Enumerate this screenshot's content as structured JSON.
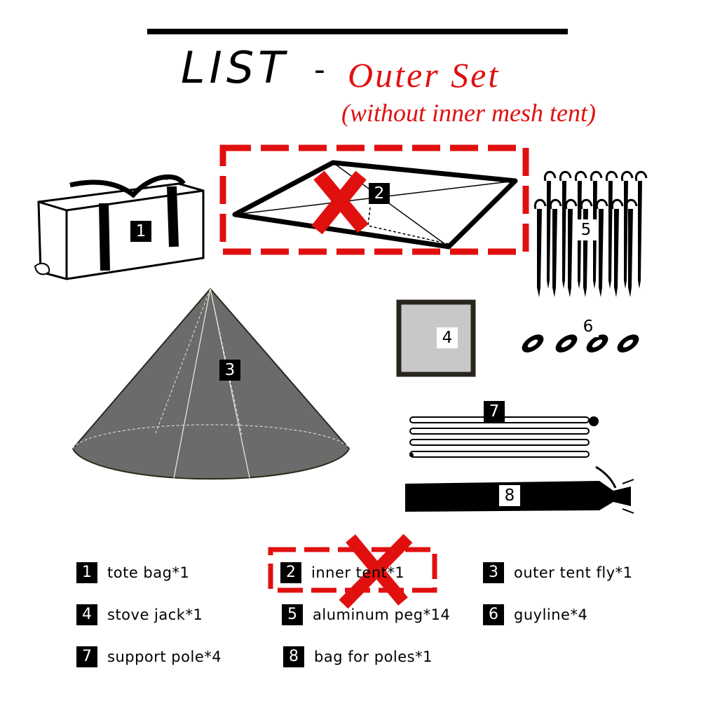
{
  "title": {
    "main": "LIST",
    "dash": "-",
    "sub": "Outer Set",
    "note": "(without inner mesh tent)"
  },
  "colors": {
    "accent": "#e0100f",
    "fly": "#6b6b6b",
    "stove_jack_fill": "#c8c8c8",
    "stove_jack_frame": "#27251c"
  },
  "badges": {
    "b1": "1",
    "b2": "2",
    "b3": "3",
    "b4": "4",
    "b5": "5",
    "b6": "6",
    "b7": "7",
    "b8": "8"
  },
  "legend": [
    {
      "num": "1",
      "text": "tote bag*1",
      "excluded": false
    },
    {
      "num": "2",
      "text": "inner tent*1",
      "excluded": true
    },
    {
      "num": "3",
      "text": "outer tent fly*1",
      "excluded": false
    },
    {
      "num": "4",
      "text": "stove jack*1",
      "excluded": false
    },
    {
      "num": "5",
      "text": "aluminum peg*14",
      "excluded": false
    },
    {
      "num": "6",
      "text": "guyline*4",
      "excluded": false
    },
    {
      "num": "7",
      "text": "support pole*4",
      "excluded": false
    },
    {
      "num": "8",
      "text": "bag for poles*1",
      "excluded": false
    }
  ]
}
